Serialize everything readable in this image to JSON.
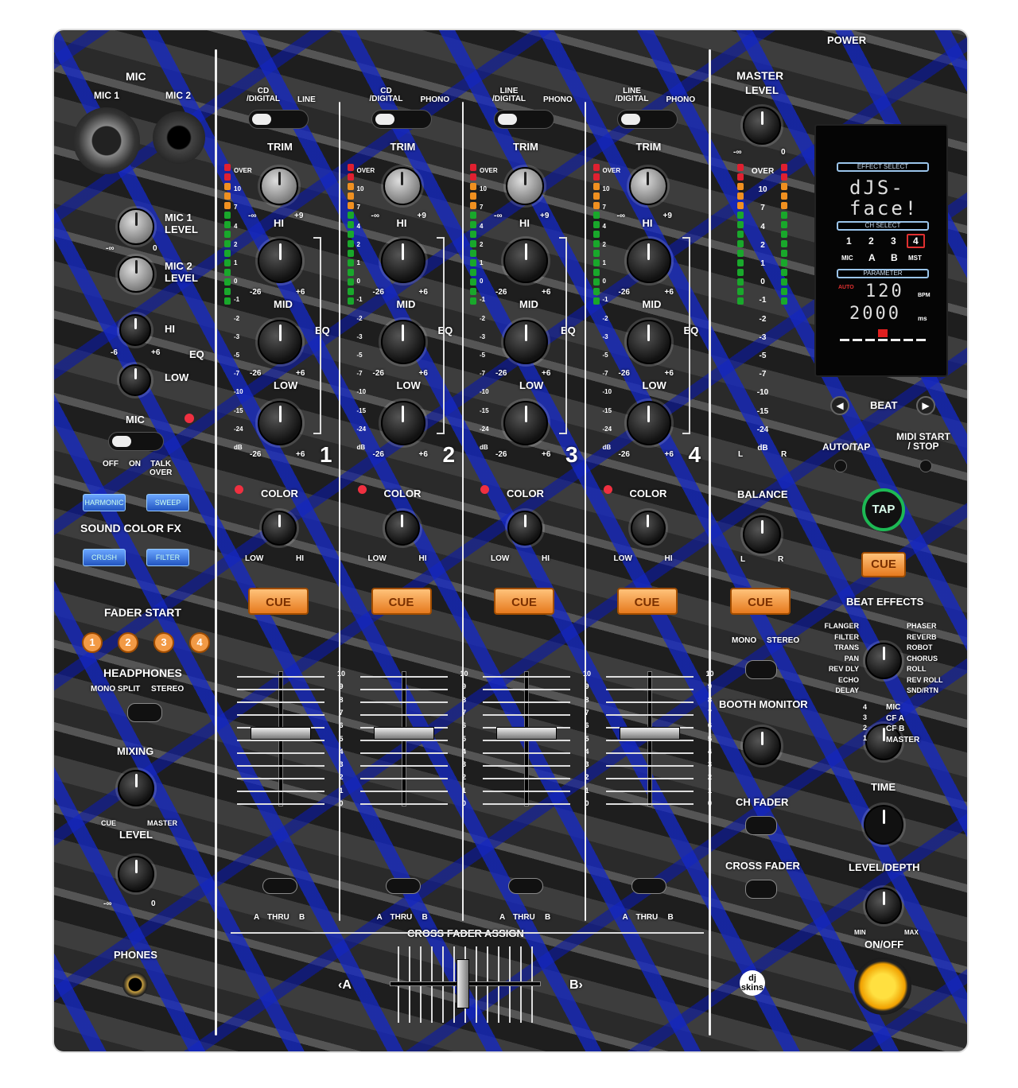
{
  "colors": {
    "accent_blue": "#1f3dd1",
    "cue_orange": "#f0902f",
    "panel": "#2e2e2e",
    "tap_ring": "#1db954"
  },
  "top": {
    "power": "POWER"
  },
  "mic": {
    "title": "MIC",
    "mic1": "MIC 1",
    "mic2": "MIC 2",
    "mic1_level": "MIC 1\nLEVEL",
    "mic2_level": "MIC 2\nLEVEL",
    "hi": "HI",
    "low": "LOW",
    "eq": "EQ",
    "knob_min": "-∞",
    "knob_max": "0",
    "eq_min": "-6",
    "eq_max": "+6",
    "mic_label": "MIC",
    "off": "OFF",
    "on": "ON",
    "talk_over": "TALK\nOVER"
  },
  "sound_color_fx": {
    "title": "SOUND COLOR FX",
    "buttons": [
      "HARMONIC",
      "SWEEP",
      "CRUSH",
      "FILTER"
    ]
  },
  "fader_start": {
    "title": "FADER START",
    "buttons": [
      "1",
      "2",
      "3",
      "4"
    ]
  },
  "headphones": {
    "title": "HEADPHONES",
    "mono_split": "MONO SPLIT",
    "stereo": "STEREO",
    "mixing": "MIXING",
    "cue": "CUE",
    "master": "MASTER",
    "level": "LEVEL",
    "min": "-∞",
    "max": "0",
    "phones": "PHONES"
  },
  "channels": [
    {
      "number": "1",
      "input_left": "CD\n/DIGITAL",
      "input_right": "LINE"
    },
    {
      "number": "2",
      "input_left": "CD\n/DIGITAL",
      "input_right": "PHONO"
    },
    {
      "number": "3",
      "input_left": "LINE\n/DIGITAL",
      "input_right": "PHONO"
    },
    {
      "number": "4",
      "input_left": "LINE\n/DIGITAL",
      "input_right": "PHONO"
    }
  ],
  "channel_common": {
    "trim": "TRIM",
    "trim_min": "-∞",
    "trim_max": "+9",
    "hi": "HI",
    "mid": "MID",
    "low": "LOW",
    "eq": "EQ",
    "eq_min": "-26",
    "eq_max": "+6",
    "color": "COLOR",
    "color_low": "LOW",
    "color_hi": "HI",
    "cue": "CUE",
    "a": "A",
    "thru": "THRU",
    "b": "B"
  },
  "meter_scale": [
    "OVER",
    "10",
    "7",
    "4",
    "2",
    "1",
    "0",
    "-1",
    "-2",
    "-3",
    "-5",
    "-7",
    "-10",
    "-15",
    "-24",
    "dB"
  ],
  "fader_scale": [
    "10",
    "9",
    "8",
    "7",
    "6",
    "5",
    "4",
    "3",
    "2",
    "1",
    "0"
  ],
  "cross_fader_assign": {
    "title": "CROSS FADER ASSIGN",
    "a": "‹A",
    "b": "B›"
  },
  "master": {
    "title": "MASTER",
    "level": "LEVEL",
    "min": "-∞",
    "max": "0",
    "l": "L",
    "r": "R",
    "balance": "BALANCE",
    "bal_l": "L",
    "bal_r": "R",
    "cue": "CUE",
    "mono": "MONO",
    "stereo": "STEREO",
    "booth_monitor": "BOOTH MONITOR",
    "ch_fader": "CH FADER",
    "cross_fader": "CROSS FADER"
  },
  "display": {
    "effect_select": "EFFECT SELECT",
    "line1": "dJS-",
    "line2": "face!",
    "ch_select": "CH SELECT",
    "channels": [
      "1",
      "2",
      "3",
      "4"
    ],
    "selected_channel": "4",
    "sources": [
      "MIC",
      "A",
      "B",
      "MST"
    ],
    "parameter": "PARAMETER",
    "auto": "AUTO",
    "bpm_value": "120",
    "bpm_unit": "BPM",
    "ms_value": "2000",
    "ms_unit": "ms"
  },
  "effects": {
    "beat": "BEAT",
    "auto_tap": "AUTO/TAP",
    "midi": "MIDI START\n/ STOP",
    "tap": "TAP",
    "cue": "CUE",
    "title": "BEAT EFFECTS",
    "effects_left": [
      "FLANGER",
      "FILTER",
      "TRANS",
      "PAN",
      "REV DLY",
      "ECHO",
      "DELAY"
    ],
    "effects_right": [
      "PHASER",
      "REVERB",
      "ROBOT",
      "CHORUS",
      "ROLL",
      "REV ROLL",
      "SND/RTN"
    ],
    "ch_left": [
      "4",
      "3",
      "2",
      "1"
    ],
    "ch_right": [
      "MIC",
      "CF A",
      "CF B",
      "MASTER"
    ],
    "time": "TIME",
    "level_depth": "LEVEL/DEPTH",
    "min": "MIN",
    "max": "MAX",
    "on_off": "ON/OFF"
  },
  "logo": "dj skins"
}
